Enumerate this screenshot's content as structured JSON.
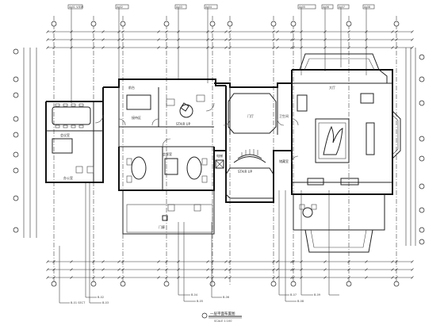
{
  "drawing": {
    "title": "一层平面布置图",
    "scale": "SCALE 1:100"
  },
  "room_labels": [
    "会议室",
    "办公室",
    "接待区",
    "STAIR UP",
    "STAIR UP",
    "门厅",
    "电梯",
    "大厅",
    "会客室",
    "门廊",
    "卫生间",
    "前台",
    "储藏室"
  ],
  "index_tags_top": [
    "A-01 VIEW",
    "A-02",
    "A-03",
    "A-04",
    "A-05",
    "A-06",
    "A-07",
    "A-08"
  ],
  "index_tags_bottom": [
    "B-01 SECT",
    "B-02",
    "B-03",
    "B-04",
    "B-05",
    "B-06",
    "B-07",
    "B-08",
    "B-09"
  ]
}
